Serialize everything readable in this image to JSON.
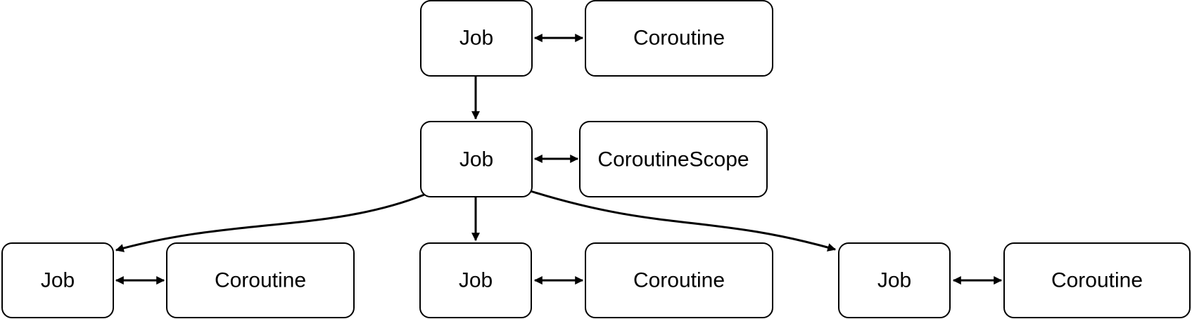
{
  "diagram": {
    "nodes": {
      "root_job": "Job",
      "root_coroutine": "Coroutine",
      "scope_job": "Job",
      "scope": "CoroutineScope",
      "left_job": "Job",
      "left_coroutine": "Coroutine",
      "middle_job": "Job",
      "middle_coroutine": "Coroutine",
      "right_job": "Job",
      "right_coroutine": "Coroutine"
    },
    "edges": [
      {
        "from": "root_job",
        "to": "root_coroutine",
        "kind": "bidirectional"
      },
      {
        "from": "root_job",
        "to": "scope_job",
        "kind": "directed"
      },
      {
        "from": "scope_job",
        "to": "scope",
        "kind": "bidirectional"
      },
      {
        "from": "scope_job",
        "to": "left_job",
        "kind": "directed"
      },
      {
        "from": "scope_job",
        "to": "middle_job",
        "kind": "directed"
      },
      {
        "from": "scope_job",
        "to": "right_job",
        "kind": "directed"
      },
      {
        "from": "left_job",
        "to": "left_coroutine",
        "kind": "bidirectional"
      },
      {
        "from": "middle_job",
        "to": "middle_coroutine",
        "kind": "bidirectional"
      },
      {
        "from": "right_job",
        "to": "right_coroutine",
        "kind": "bidirectional"
      }
    ],
    "colors": {
      "stroke": "#000000",
      "fill": "#ffffff",
      "text": "#000000"
    }
  }
}
